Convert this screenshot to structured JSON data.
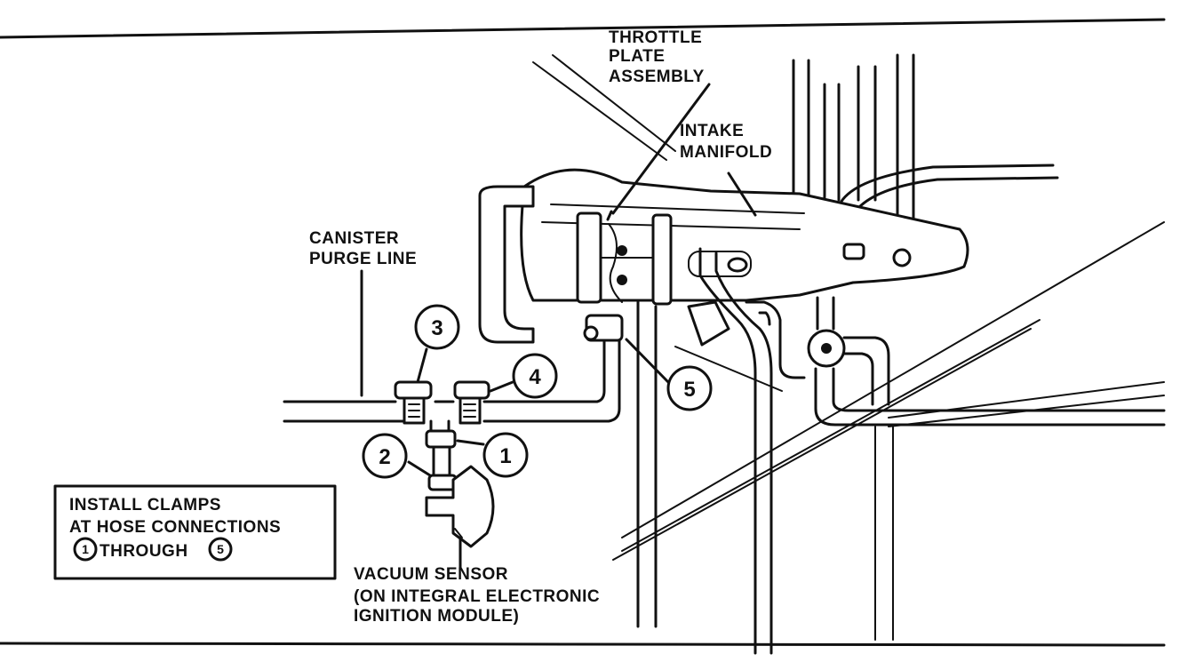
{
  "labels": {
    "throttle": [
      "THROTTLE",
      "PLATE",
      "ASSEMBLY"
    ],
    "intake": [
      "INTAKE",
      "MANIFOLD"
    ],
    "canister": [
      "CANISTER",
      "PURGE LINE"
    ],
    "vacuum": [
      "VACUUM SENSOR",
      "(ON INTEGRAL ELECTRONIC",
      "IGNITION MODULE)"
    ]
  },
  "callouts": [
    "1",
    "2",
    "3",
    "4",
    "5"
  ],
  "note": {
    "line1": "INSTALL CLAMPS",
    "line2": "AT HOSE CONNECTIONS",
    "from": "1",
    "through": "THROUGH",
    "to": "5"
  }
}
